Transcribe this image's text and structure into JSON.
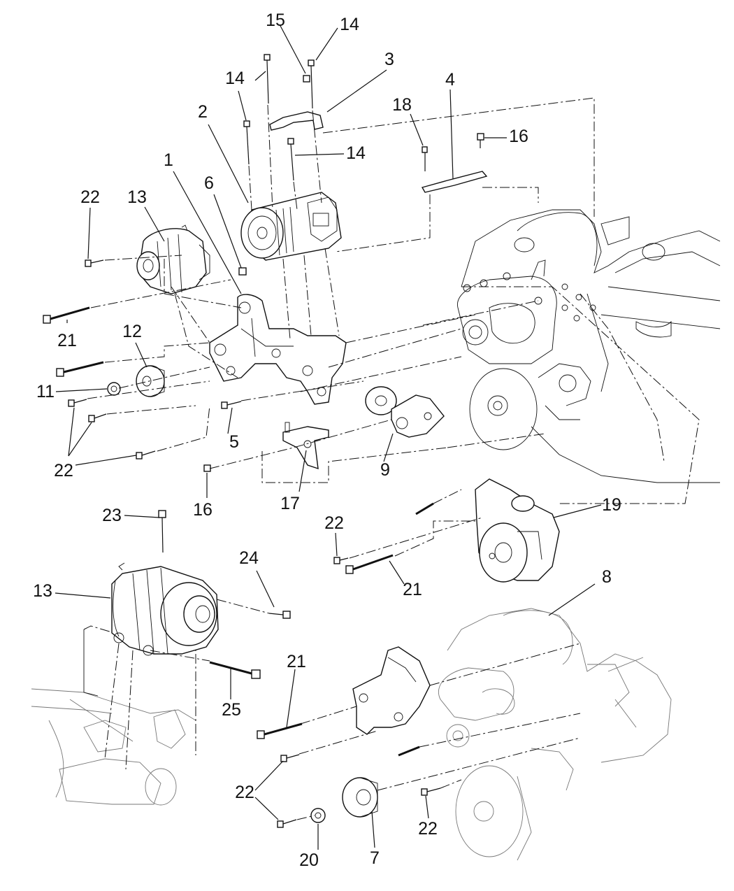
{
  "callouts": {
    "n1": "1",
    "n2": "2",
    "n3": "3",
    "n4": "4",
    "n5": "5",
    "n6": "6",
    "n7": "7",
    "n8": "8",
    "n9": "9",
    "n11": "11",
    "n12": "12",
    "n13a": "13",
    "n13b": "13",
    "n14a": "14",
    "n14b": "14",
    "n14c": "14",
    "n15": "15",
    "n16a": "16",
    "n16b": "16",
    "n17": "17",
    "n18": "18",
    "n19": "19",
    "n20": "20",
    "n21a": "21",
    "n21b": "21",
    "n21c": "21",
    "n22a": "22",
    "n22b": "22",
    "n22c": "22",
    "n22d": "22",
    "n22e": "22",
    "n23": "23",
    "n24": "24",
    "n25": "25"
  }
}
